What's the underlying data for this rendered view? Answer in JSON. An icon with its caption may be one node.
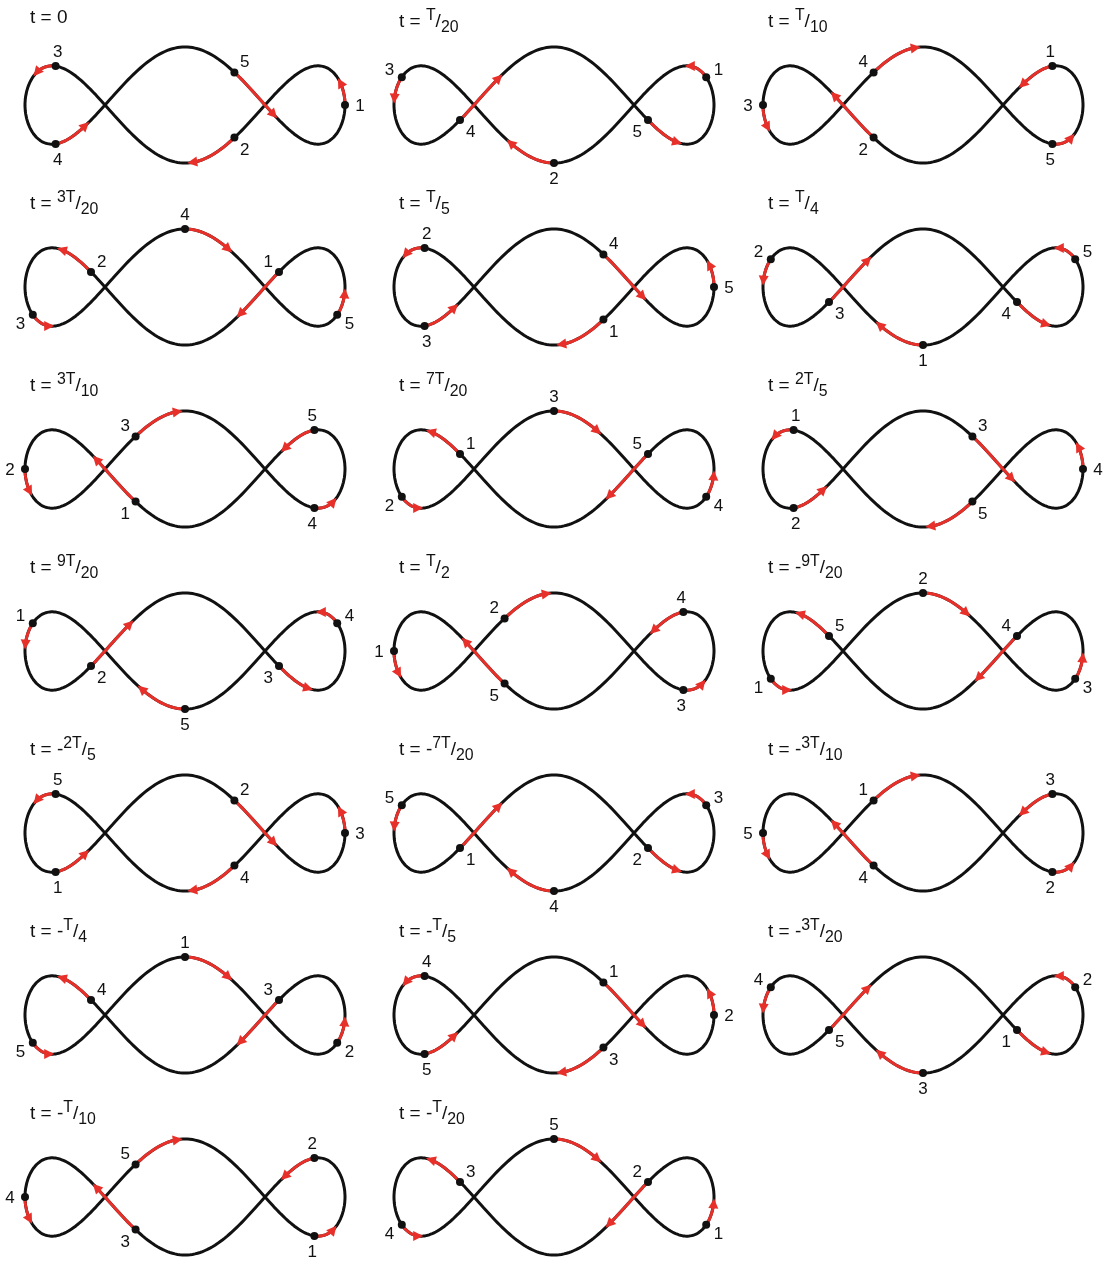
{
  "diagram": {
    "labels": [
      "t = 0",
      "1",
      "2",
      "3",
      "4",
      "5",
      "t = $^{T}$/$_{20}$",
      "1",
      "2",
      "3",
      "4",
      "5",
      "t = $^{T}$/$_{10}$",
      "1",
      "2",
      "3",
      "4",
      "5",
      "t = $^{3T}$/$_{20}$",
      "1",
      "2",
      "3",
      "4",
      "5",
      "t = $^{T}$/$_{5}$",
      "1",
      "2",
      "3",
      "4",
      "5",
      "t = $^{T}$/$_{4}$",
      "1",
      "2",
      "3",
      "4",
      "5",
      "t = $^{3T}$/$_{10}$",
      "1",
      "2",
      "3",
      "4",
      "5",
      "t = $^{7T}$/$_{20}$",
      "1",
      "2",
      "3",
      "4",
      "5",
      "t = $^{2T}$/$_{5}$",
      "1",
      "2",
      "3",
      "4",
      "5",
      "t = $^{9T}$/$_{20}$",
      "1",
      "2",
      "3",
      "4",
      "5",
      "t = $^{T}$/$_{2}$",
      "1",
      "2",
      "3",
      "4",
      "5",
      "t = -$^{9T}$/$_{20}$",
      "1",
      "2",
      "3",
      "4",
      "5",
      "t = -$^{2T}$/$_{5}$",
      "1",
      "2",
      "3",
      "4",
      "5",
      "t = -$^{7T}$/$_{20}$",
      "1",
      "2",
      "3",
      "4",
      "5",
      "t = -$^{3T}$/$_{10}$",
      "1",
      "2",
      "3",
      "4",
      "5",
      "t = -$^{T}$/$_{4}$",
      "1",
      "2",
      "3",
      "4",
      "5",
      "t = -$^{T}$/$_{5}$",
      "1",
      "2",
      "3",
      "4",
      "5",
      "t = -$^{3T}$/$_{20}$",
      "1",
      "2",
      "3",
      "4",
      "5",
      "t = -$^{T}$/$_{10}$",
      "1",
      "2",
      "3",
      "4",
      "5",
      "t = -$^{T}$/$_{20}$",
      "1",
      "2",
      "3",
      "4",
      "5"
    ]
  }
}
